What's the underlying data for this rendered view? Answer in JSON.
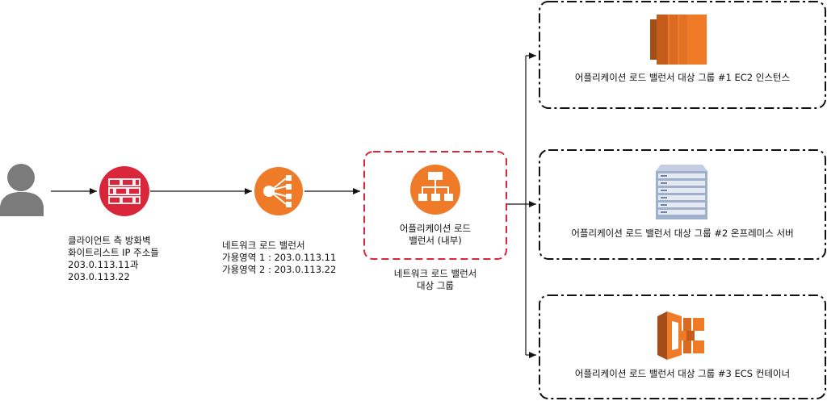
{
  "client": {
    "line1": "클라이언트 측 방화벽",
    "line2": "화이트리스트 IP 주소들",
    "line3": "203.0.113.11과",
    "line4": "203.0.113.22"
  },
  "nlb": {
    "line1": "네트워크 로드 밸런서",
    "line2": "가용영역 1 : 203.0.113.11",
    "line3": "가용영역 2 : 203.0.113.22"
  },
  "alb": {
    "line1": "어플리케이션 로드",
    "line2": "밸런서 (내부)"
  },
  "nlb_target_group": {
    "line1": "네트워크 로드 밸런서",
    "line2": "대상 그룹"
  },
  "target_groups": [
    {
      "label": "어플리케이션 로드 밸런서 대상 그룹 #1 EC2 인스턴스",
      "icon": "ec2-instance-icon"
    },
    {
      "label": "어플리케이션 로드 밸런서 대상 그룹 #2 온프레미스 서버",
      "icon": "server-rack-icon"
    },
    {
      "label": "어플리케이션 로드 밸런서 대상 그룹 #3 ECS 컨테이너",
      "icon": "ecs-container-icon"
    }
  ],
  "colors": {
    "firewall": "#d9263b",
    "aws_orange": "#ef7a28",
    "dashed_red": "#d9263b",
    "user": "#7b7b7b",
    "server": "#9fb0cc"
  }
}
